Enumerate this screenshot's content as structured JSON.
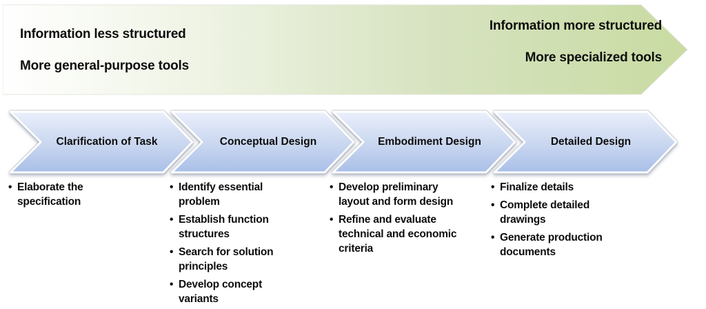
{
  "top_arrow": {
    "left_lines": [
      "Information less structured",
      "More general-purpose tools"
    ],
    "right_lines": [
      "Information more structured",
      "More specialized tools"
    ]
  },
  "stages": [
    {
      "label": "Clarification of Task",
      "bullets": [
        "Elaborate the specification"
      ]
    },
    {
      "label": "Conceptual Design",
      "bullets": [
        "Identify essential problem",
        "Establish function structures",
        "Search for solution principles",
        "Develop concept variants"
      ]
    },
    {
      "label": "Embodiment Design",
      "bullets": [
        "Develop preliminary layout and form design",
        "Refine and evaluate technical and economic criteria"
      ]
    },
    {
      "label": "Detailed Design",
      "bullets": [
        "Finalize details",
        "Complete detailed drawings",
        "Generate production documents"
      ]
    }
  ],
  "colors": {
    "arrow_gradient_start": "#ffffff",
    "arrow_gradient_light": "#eef3e3",
    "arrow_gradient_mid": "#d7e3c1",
    "arrow_gradient_end": "#c9dba2",
    "chevron_gradient_top": "#eaeffb",
    "chevron_gradient_mid": "#cbd8f0",
    "chevron_gradient_bottom": "#a9bfe8",
    "text": "#0d0d0d"
  }
}
